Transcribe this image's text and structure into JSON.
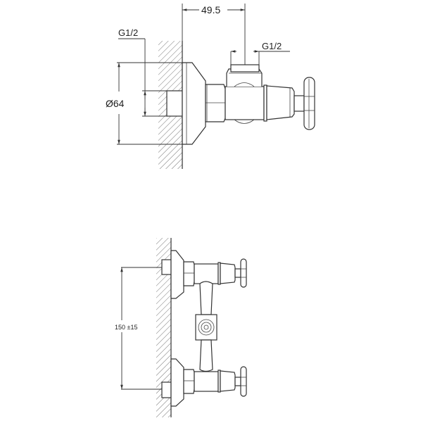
{
  "drawing": {
    "top_view": {
      "dim_offset": "49.5",
      "thread_wall": "G1/2",
      "thread_outlet": "G1/2",
      "flange_diameter": "Ø64"
    },
    "bottom_view": {
      "dim_spacing": "150 ±15"
    },
    "colors": {
      "line": "#333333",
      "hatch": "#666666",
      "background": "#ffffff"
    }
  }
}
